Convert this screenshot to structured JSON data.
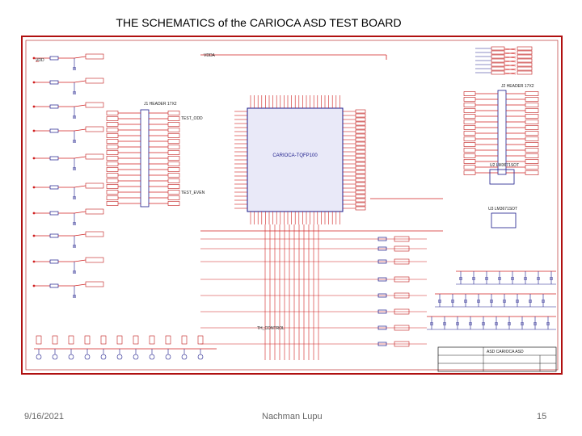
{
  "slide": {
    "title": "THE SCHEMATICS  of the CARIOCA ASD TEST BOARD",
    "date": "9/16/2021",
    "author": "Nachman Lupu",
    "page": "15"
  },
  "schematic": {
    "chip_label": "CARIOCA-TQFP100",
    "header_j1": "J1  HEADER 17X2",
    "header_j2": "J2  HEADER 17X2",
    "title_block": "ASD CARIOCA ASD",
    "vdd": "VDD",
    "vdda": "VDDA",
    "u2": "U2  LM3671SOT",
    "u3": "U3  LM3671SOT",
    "th_control": "TH_CONTROL",
    "test_odd": "TEST_ODD",
    "test_even": "TEST_EVEN"
  },
  "colors": {
    "border": "#b01010",
    "wire": "#d02020",
    "label_box": "#c01818",
    "part": "#1a1a8a",
    "text": "#1a1a1a",
    "chip_fill": "#e9e9f8",
    "pin_text": "#2a2aa0"
  }
}
